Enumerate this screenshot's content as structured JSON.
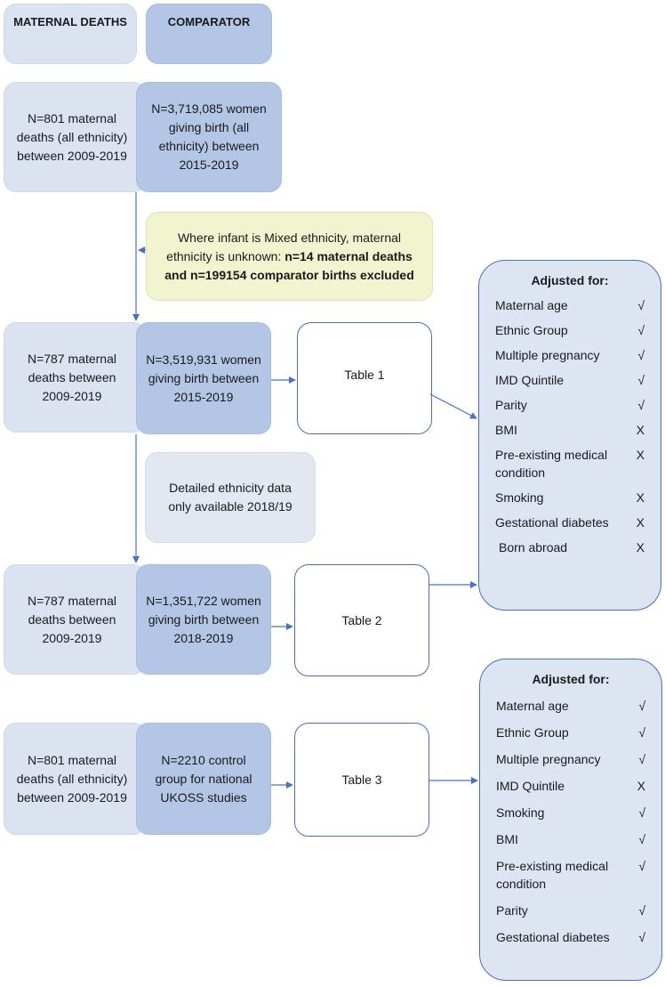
{
  "headers": {
    "maternal": "MATERNAL DEATHS",
    "comparator": "COMPARATOR"
  },
  "rows": [
    {
      "deaths": "N=801 maternal deaths (all ethnicity) between 2009-2019",
      "comparator": "N=3,719,085 women giving birth (all ethnicity) between 2015-2019"
    },
    {
      "deaths": "N=787 maternal deaths between 2009-2019",
      "comparator": "N=3,519,931 women giving birth between 2015-2019"
    },
    {
      "deaths": "N=787 maternal deaths between 2009-2019",
      "comparator": "N=1,351,722 women giving birth between 2018-2019"
    },
    {
      "deaths": "N=801 maternal deaths (all ethnicity) between 2009-2019",
      "comparator": "N=2210 control group for national UKOSS studies"
    }
  ],
  "exclusion": {
    "normal": "Where infant is Mixed ethnicity, maternal ethnicity is unknown: ",
    "bold": "n=14 maternal deaths and n=199154 comparator births excluded"
  },
  "note": "Detailed ethnicity data only available 2018/19",
  "tables": [
    "Table 1",
    "Table 2",
    "Table 3"
  ],
  "adjusted_1": {
    "title": "Adjusted for:",
    "items": [
      {
        "label": "Maternal age",
        "mark": "√"
      },
      {
        "label": "Ethnic Group",
        "mark": "√"
      },
      {
        "label": "Multiple pregnancy",
        "mark": "√"
      },
      {
        "label": "IMD Quintile",
        "mark": "√"
      },
      {
        "label": "Parity",
        "mark": "√"
      },
      {
        "label": "BMI",
        "mark": "X"
      },
      {
        "label": "Pre-existing medical condition",
        "mark": "X"
      },
      {
        "label": "Smoking",
        "mark": "X"
      },
      {
        "label": "Gestational diabetes",
        "mark": "X"
      },
      {
        "label": "Born abroad",
        "mark": "X"
      }
    ]
  },
  "adjusted_2": {
    "title": "Adjusted for:",
    "items": [
      {
        "label": "Maternal age",
        "mark": "√"
      },
      {
        "label": "Ethnic Group",
        "mark": "√"
      },
      {
        "label": "Multiple pregnancy",
        "mark": "√"
      },
      {
        "label": "IMD Quintile",
        "mark": "X"
      },
      {
        "label": "Smoking",
        "mark": "√"
      },
      {
        "label": "BMI",
        "mark": "√"
      },
      {
        "label": "Pre-existing medical condition",
        "mark": "√"
      },
      {
        "label": "Parity",
        "mark": "√"
      },
      {
        "label": "Gestational diabetes",
        "mark": "√"
      }
    ]
  },
  "colors": {
    "arrow": "#4a72c4",
    "border": "#4a6fb3"
  }
}
